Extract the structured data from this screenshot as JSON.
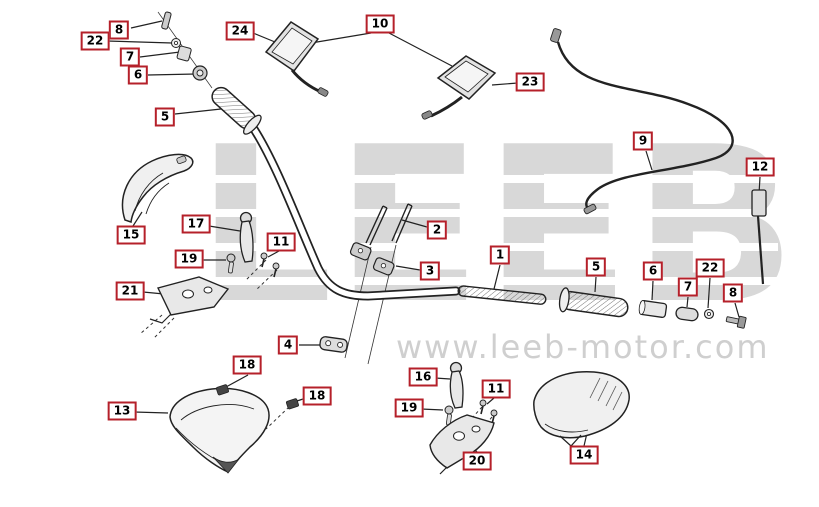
{
  "watermark": {
    "brand": "LEEB",
    "url": "www.leeb-motor.com"
  },
  "colors": {
    "callout_border": "#b5202a",
    "line_art": "#222222",
    "watermark_text": "#d8d8d8"
  },
  "diagram_type": "exploded-parts-diagram",
  "callouts": [
    {
      "num": "8"
    },
    {
      "num": "22"
    },
    {
      "num": "7"
    },
    {
      "num": "6"
    },
    {
      "num": "24"
    },
    {
      "num": "10"
    },
    {
      "num": "23"
    },
    {
      "num": "5"
    },
    {
      "num": "9"
    },
    {
      "num": "12"
    },
    {
      "num": "15"
    },
    {
      "num": "17"
    },
    {
      "num": "19"
    },
    {
      "num": "11"
    },
    {
      "num": "21"
    },
    {
      "num": "2"
    },
    {
      "num": "3"
    },
    {
      "num": "1"
    },
    {
      "num": "5"
    },
    {
      "num": "6"
    },
    {
      "num": "22"
    },
    {
      "num": "7"
    },
    {
      "num": "8"
    },
    {
      "num": "4"
    },
    {
      "num": "18"
    },
    {
      "num": "18"
    },
    {
      "num": "16"
    },
    {
      "num": "19"
    },
    {
      "num": "11"
    },
    {
      "num": "13"
    },
    {
      "num": "20"
    },
    {
      "num": "14"
    }
  ]
}
